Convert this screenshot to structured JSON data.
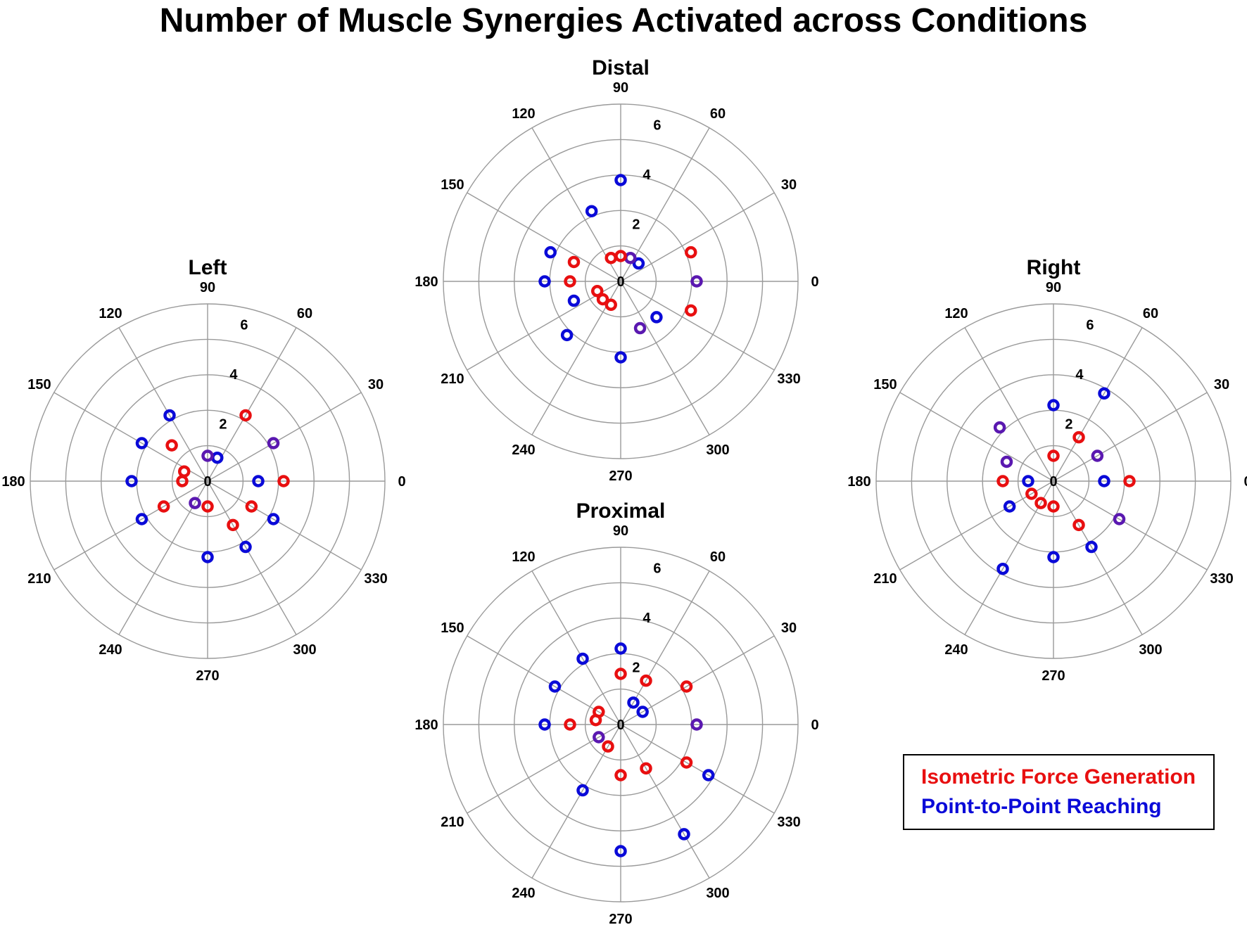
{
  "title": "Number of Muscle Synergies Activated across Conditions",
  "colors": {
    "isometric": "#e80f10",
    "reaching": "#0a0ad8",
    "overlap": "#5a18b0",
    "grid": "#9a9a9a",
    "text": "#000000"
  },
  "legend": {
    "isometric": "Isometric Force Generation",
    "reaching": "Point-to-Point Reaching"
  },
  "chart_data": [
    {
      "type": "scatter",
      "projection": "polar",
      "title": "Distal",
      "theta_ticks": [
        "0",
        "30",
        "60",
        "90",
        "120",
        "150",
        "180",
        "210",
        "240",
        "270",
        "300",
        "330"
      ],
      "r_ticks": [
        "0",
        "2",
        "4",
        "6"
      ],
      "rlim": [
        0,
        7
      ],
      "series": [
        {
          "name": "Isometric Force Generation",
          "points": [
            {
              "theta": 0,
              "r": 3
            },
            {
              "theta": 22.5,
              "r": 3
            },
            {
              "theta": 67.5,
              "r": 1
            },
            {
              "theta": 90,
              "r": 1
            },
            {
              "theta": 112.5,
              "r": 1
            },
            {
              "theta": 157.5,
              "r": 2
            },
            {
              "theta": 180,
              "r": 2
            },
            {
              "theta": 202.5,
              "r": 1
            },
            {
              "theta": 225,
              "r": 1
            },
            {
              "theta": 247.5,
              "r": 1
            },
            {
              "theta": 337.5,
              "r": 3
            },
            {
              "theta": 292.5,
              "r": 2
            }
          ]
        },
        {
          "name": "Point-to-Point Reaching",
          "points": [
            {
              "theta": 0,
              "r": 3
            },
            {
              "theta": 45,
              "r": 1
            },
            {
              "theta": 67.5,
              "r": 1
            },
            {
              "theta": 90,
              "r": 4
            },
            {
              "theta": 112.5,
              "r": 3
            },
            {
              "theta": 157.5,
              "r": 3
            },
            {
              "theta": 180,
              "r": 3
            },
            {
              "theta": 202.5,
              "r": 2
            },
            {
              "theta": 225,
              "r": 3
            },
            {
              "theta": 270,
              "r": 3
            },
            {
              "theta": 315,
              "r": 2
            },
            {
              "theta": 292.5,
              "r": 2
            }
          ]
        }
      ]
    },
    {
      "type": "scatter",
      "projection": "polar",
      "title": "Left",
      "theta_ticks": [
        "0",
        "30",
        "60",
        "90",
        "120",
        "150",
        "180",
        "210",
        "240",
        "270",
        "300",
        "330"
      ],
      "r_ticks": [
        "0",
        "2",
        "4",
        "6"
      ],
      "rlim": [
        0,
        7
      ],
      "series": [
        {
          "name": "Isometric Force Generation",
          "points": [
            {
              "theta": 0,
              "r": 3
            },
            {
              "theta": 30,
              "r": 3
            },
            {
              "theta": 60,
              "r": 3
            },
            {
              "theta": 90,
              "r": 1
            },
            {
              "theta": 135,
              "r": 2
            },
            {
              "theta": 157.5,
              "r": 1
            },
            {
              "theta": 180,
              "r": 1
            },
            {
              "theta": 210,
              "r": 2
            },
            {
              "theta": 240,
              "r": 1
            },
            {
              "theta": 270,
              "r": 1
            },
            {
              "theta": 300,
              "r": 2
            },
            {
              "theta": 330,
              "r": 2
            }
          ]
        },
        {
          "name": "Point-to-Point Reaching",
          "points": [
            {
              "theta": 0,
              "r": 2
            },
            {
              "theta": 30,
              "r": 3
            },
            {
              "theta": 67.5,
              "r": 1
            },
            {
              "theta": 90,
              "r": 1
            },
            {
              "theta": 120,
              "r": 3
            },
            {
              "theta": 150,
              "r": 3
            },
            {
              "theta": 180,
              "r": 3
            },
            {
              "theta": 210,
              "r": 3
            },
            {
              "theta": 240,
              "r": 1
            },
            {
              "theta": 270,
              "r": 3
            },
            {
              "theta": 300,
              "r": 3
            },
            {
              "theta": 330,
              "r": 3
            }
          ]
        }
      ]
    },
    {
      "type": "scatter",
      "projection": "polar",
      "title": "Right",
      "theta_ticks": [
        "0",
        "30",
        "60",
        "90",
        "120",
        "150",
        "180",
        "210",
        "240",
        "270",
        "300",
        "330"
      ],
      "r_ticks": [
        "0",
        "2",
        "4",
        "6"
      ],
      "rlim": [
        0,
        7
      ],
      "series": [
        {
          "name": "Isometric Force Generation",
          "points": [
            {
              "theta": 0,
              "r": 3
            },
            {
              "theta": 30,
              "r": 2
            },
            {
              "theta": 60,
              "r": 2
            },
            {
              "theta": 90,
              "r": 1
            },
            {
              "theta": 135,
              "r": 3
            },
            {
              "theta": 157.5,
              "r": 2
            },
            {
              "theta": 180,
              "r": 2
            },
            {
              "theta": 210,
              "r": 1
            },
            {
              "theta": 240,
              "r": 1
            },
            {
              "theta": 270,
              "r": 1
            },
            {
              "theta": 300,
              "r": 2
            },
            {
              "theta": 330,
              "r": 3
            }
          ]
        },
        {
          "name": "Point-to-Point Reaching",
          "points": [
            {
              "theta": 0,
              "r": 2
            },
            {
              "theta": 30,
              "r": 2
            },
            {
              "theta": 60,
              "r": 4
            },
            {
              "theta": 90,
              "r": 3
            },
            {
              "theta": 135,
              "r": 3
            },
            {
              "theta": 157.5,
              "r": 2
            },
            {
              "theta": 180,
              "r": 1
            },
            {
              "theta": 210,
              "r": 2
            },
            {
              "theta": 240,
              "r": 4
            },
            {
              "theta": 270,
              "r": 3
            },
            {
              "theta": 300,
              "r": 3
            },
            {
              "theta": 330,
              "r": 3
            }
          ]
        }
      ]
    },
    {
      "type": "scatter",
      "projection": "polar",
      "title": "Proximal",
      "theta_ticks": [
        "0",
        "30",
        "60",
        "90",
        "120",
        "150",
        "180",
        "210",
        "240",
        "270",
        "300",
        "330"
      ],
      "r_ticks": [
        "0",
        "2",
        "4",
        "6"
      ],
      "rlim": [
        0,
        7
      ],
      "series": [
        {
          "name": "Isometric Force Generation",
          "points": [
            {
              "theta": 0,
              "r": 3
            },
            {
              "theta": 30,
              "r": 3
            },
            {
              "theta": 60,
              "r": 2
            },
            {
              "theta": 90,
              "r": 2
            },
            {
              "theta": 150,
              "r": 1
            },
            {
              "theta": 170,
              "r": 1
            },
            {
              "theta": 180,
              "r": 2
            },
            {
              "theta": 210,
              "r": 1
            },
            {
              "theta": 240,
              "r": 1
            },
            {
              "theta": 270,
              "r": 2
            },
            {
              "theta": 300,
              "r": 2
            },
            {
              "theta": 330,
              "r": 3
            }
          ]
        },
        {
          "name": "Point-to-Point Reaching",
          "points": [
            {
              "theta": 0,
              "r": 3
            },
            {
              "theta": 30,
              "r": 1
            },
            {
              "theta": 60,
              "r": 1
            },
            {
              "theta": 90,
              "r": 3
            },
            {
              "theta": 120,
              "r": 3
            },
            {
              "theta": 150,
              "r": 3
            },
            {
              "theta": 180,
              "r": 3
            },
            {
              "theta": 210,
              "r": 1
            },
            {
              "theta": 240,
              "r": 3
            },
            {
              "theta": 270,
              "r": 5
            },
            {
              "theta": 300,
              "r": 5
            },
            {
              "theta": 330,
              "r": 4
            }
          ]
        }
      ]
    }
  ]
}
